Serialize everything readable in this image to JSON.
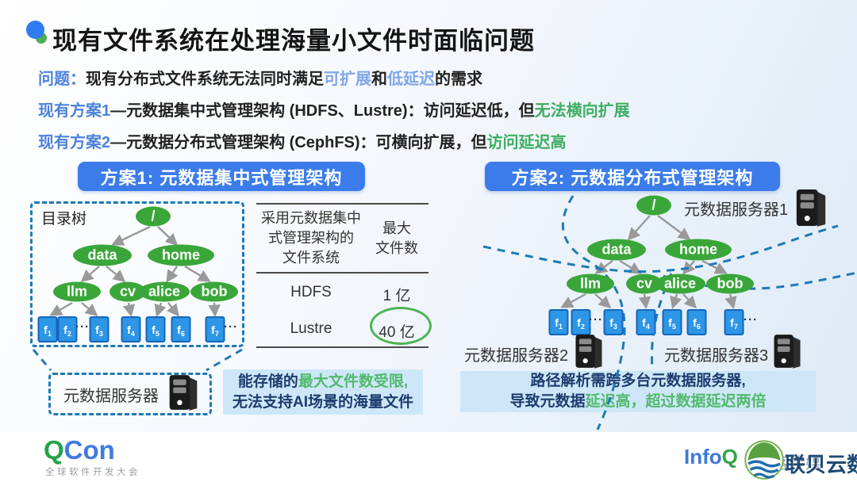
{
  "slide_title": "现有文件系统在处理海量小文件时面临问题",
  "intro": {
    "line1": {
      "label": "问题：",
      "t1": "现有分布式文件系统无法同时满足",
      "hl1": "可扩展",
      "t2": "和",
      "hl2": "低延迟",
      "t3": "的需求"
    },
    "line2": {
      "label": "现有方案1",
      "t1": "—元数据集中式管理架构 (HDFS、Lustre)：访问延迟低，但",
      "hl": "无法横向扩展"
    },
    "line3": {
      "label": "现有方案2",
      "t1": "—元数据分布式管理架构 (CephFS)：可横向扩展，但",
      "hl": "访问延迟高"
    }
  },
  "tree": {
    "dir_label": "目录树",
    "root": "/",
    "data": "data",
    "home": "home",
    "llm": "llm",
    "cv": "cv",
    "alice": "alice",
    "bob": "bob",
    "files": [
      {
        "base": "f",
        "sub": "1"
      },
      {
        "base": "f",
        "sub": "2"
      },
      {
        "base": "f",
        "sub": "3"
      },
      {
        "base": "f",
        "sub": "4"
      },
      {
        "base": "f",
        "sub": "5"
      },
      {
        "base": "f",
        "sub": "6"
      },
      {
        "base": "f",
        "sub": "7"
      }
    ],
    "ellipsis": "···"
  },
  "left_panel": {
    "header": "方案1: 元数据集中式管理架构",
    "table": {
      "col1_header": "采用元数据集中\n式管理架构的\n文件系统",
      "col2_header": "最大\n文件数",
      "rows": [
        {
          "fs": "HDFS",
          "max": "1 亿"
        },
        {
          "fs": "Lustre",
          "max": "40 亿"
        }
      ]
    },
    "server_label": "元数据服务器",
    "note_pre": "能存储的",
    "note_hl": "最大文件数受限,",
    "note_line2": "无法支持AI场景的海量文件"
  },
  "right_panel": {
    "header": "方案2: 元数据分布式管理架构",
    "server1": "元数据服务器1",
    "server2": "元数据服务器2",
    "server3": "元数据服务器3",
    "note_line1": "路径解析需跨多台元数据服务器,",
    "note_pre": "导致元数据",
    "note_hl": "延迟高，超过数据延迟两倍"
  },
  "footer": {
    "qcon_q": "Q",
    "qcon_rest": "Con",
    "qcon_sub": "全球软件开发大会",
    "infoq_info": "Info",
    "infoq_q": "Q",
    "infoq_partner": "极客传媒",
    "watermark": "联贝云数"
  },
  "colors": {
    "header_blue": "#3b7cea",
    "label_blue": "#4d82dc",
    "highlight_blue": "#7fa6e8",
    "highlight_green": "#3fae62",
    "note_green": "#53b96e",
    "node_green": "#3aa63a",
    "file_blue": "#2d96e6",
    "dashed_blue": "#1d7ab5",
    "note_bg": "#cde7f8",
    "note_text": "#1d3c6e",
    "qcon_green": "#21a349",
    "qcon_blue": "#3f7ae0"
  }
}
